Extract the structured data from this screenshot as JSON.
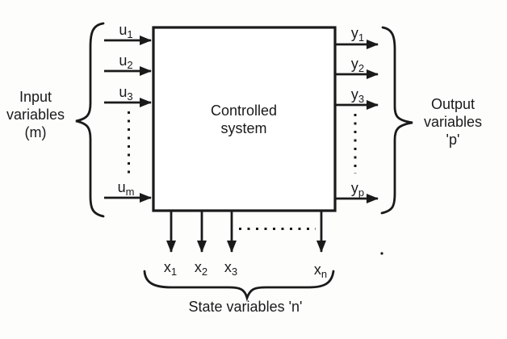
{
  "figure": {
    "colors": {
      "ink": "#1a1a1a",
      "background": "#fdfdfc",
      "box_fill": "#ffffff"
    },
    "box": {
      "label_lines": [
        "Controlled",
        "system"
      ]
    },
    "inputs": {
      "group_label_lines": [
        "Input",
        "variables",
        "(m)"
      ],
      "variables": [
        {
          "base": "u",
          "sub": "1"
        },
        {
          "base": "u",
          "sub": "2"
        },
        {
          "base": "u",
          "sub": "3"
        },
        {
          "base": "u",
          "sub": "m"
        }
      ]
    },
    "outputs": {
      "group_label_lines": [
        "Output",
        "variables",
        "'p'"
      ],
      "variables": [
        {
          "base": "y",
          "sub": "1"
        },
        {
          "base": "y",
          "sub": "2"
        },
        {
          "base": "y",
          "sub": "3"
        },
        {
          "base": "y",
          "sub": "p"
        }
      ]
    },
    "states": {
      "group_label": "State variables 'n'",
      "variables": [
        {
          "base": "x",
          "sub": "1"
        },
        {
          "base": "x",
          "sub": "2"
        },
        {
          "base": "x",
          "sub": "3"
        },
        {
          "base": "x",
          "sub": "n"
        }
      ]
    }
  }
}
